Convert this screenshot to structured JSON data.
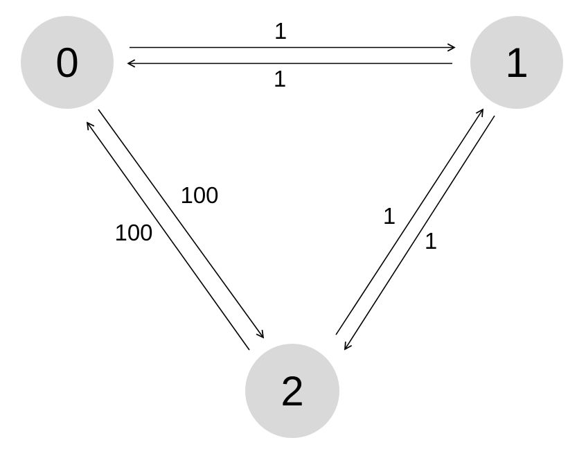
{
  "diagram": {
    "type": "directed-weighted-graph",
    "background_color": "#ffffff",
    "node_fill_color": "#d9d9d9",
    "edge_color": "#000000",
    "label_color": "#000000",
    "nodes": [
      {
        "id": "0",
        "label": "0"
      },
      {
        "id": "1",
        "label": "1"
      },
      {
        "id": "2",
        "label": "2"
      }
    ],
    "edges": [
      {
        "from": "0",
        "to": "1",
        "weight": "1"
      },
      {
        "from": "1",
        "to": "0",
        "weight": "1"
      },
      {
        "from": "0",
        "to": "2",
        "weight": "100"
      },
      {
        "from": "2",
        "to": "0",
        "weight": "100"
      },
      {
        "from": "2",
        "to": "1",
        "weight": "1"
      },
      {
        "from": "1",
        "to": "2",
        "weight": "1"
      }
    ]
  }
}
